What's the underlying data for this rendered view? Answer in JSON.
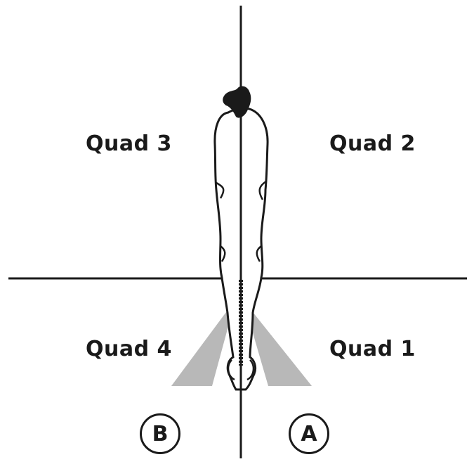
{
  "quadrants": {
    "quad1": "Quad 1",
    "quad2": "Quad 2",
    "quad3": "Quad 3",
    "quad4": "Quad 4"
  },
  "markers": {
    "a": "A",
    "b": "B"
  },
  "colors": {
    "line": "#1a1a1a",
    "fill_shadow": "#b8b8b8"
  }
}
